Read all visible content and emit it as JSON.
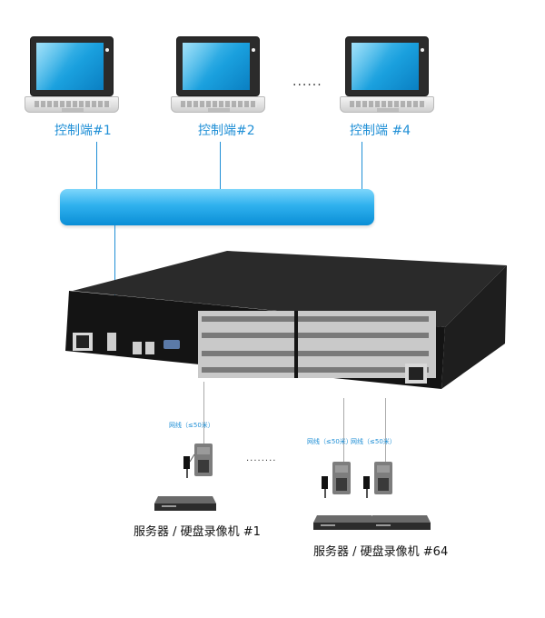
{
  "consoles": [
    {
      "label": "控制端#1"
    },
    {
      "label": "控制端#2"
    },
    {
      "label": "控制端 #4"
    }
  ],
  "ellipsis": "......",
  "cables": {
    "label": "网线（≤50米）"
  },
  "dongle_gap": "........",
  "servers": [
    {
      "label": "服务器 / 硬盘录像机 #1"
    },
    {
      "label": "服务器 / 硬盘录像机 #64"
    }
  ],
  "colors": {
    "accent": "#1f8fd6",
    "switch_body": "#1b1b1b"
  }
}
